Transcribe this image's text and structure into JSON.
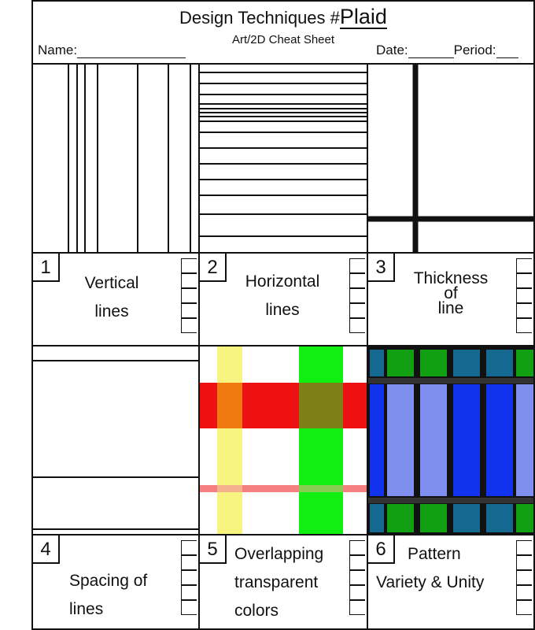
{
  "header": {
    "title_prefix": "Design Techniques #",
    "title_blank": "Plaid",
    "subtitle": "Art/2D Cheat Sheet",
    "name_label": "Name:",
    "date_label": "Date:",
    "period_label": "Period:"
  },
  "cells": [
    {
      "number": "1",
      "caption_lines": [
        "Vertical",
        "lines"
      ]
    },
    {
      "number": "2",
      "caption_lines": [
        "Horizontal",
        "lines"
      ]
    },
    {
      "number": "3",
      "caption_lines": [
        "Thickness",
        "of",
        "line"
      ]
    },
    {
      "number": "4",
      "caption_lines": [
        "Spacing of",
        "lines"
      ]
    },
    {
      "number": "5",
      "caption_lines": [
        "Overlapping",
        "transparent",
        "colors"
      ]
    },
    {
      "number": "6",
      "caption_lines": [
        "Pattern",
        "Variety & Unity"
      ]
    }
  ],
  "colors": {
    "ink": "#111111",
    "red": "#ee1111",
    "green": "#11ee11",
    "yellow": "#f7f480",
    "orange": "#f07a10",
    "olive": "#7f7f18",
    "pink": "#f58080",
    "blue": "#1133ee",
    "light_blue": "#7f8ff0",
    "teal": "#15688f",
    "dark_green": "#11a011"
  }
}
